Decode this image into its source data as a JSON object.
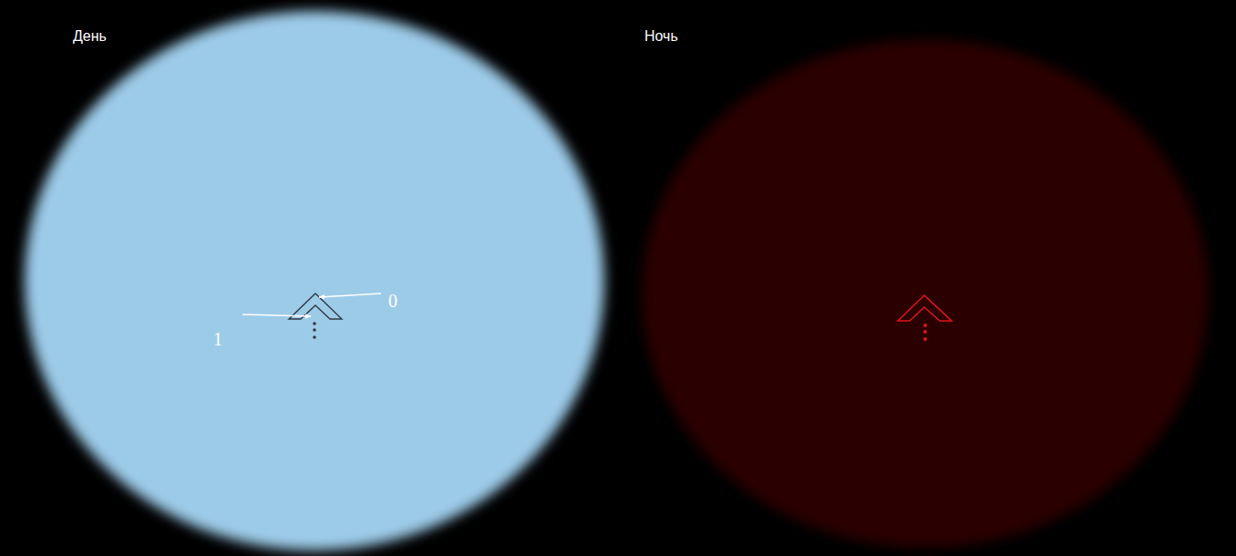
{
  "diagram": {
    "labels": [
      "День",
      "Ночь",
      "0",
      "1"
    ]
  }
}
